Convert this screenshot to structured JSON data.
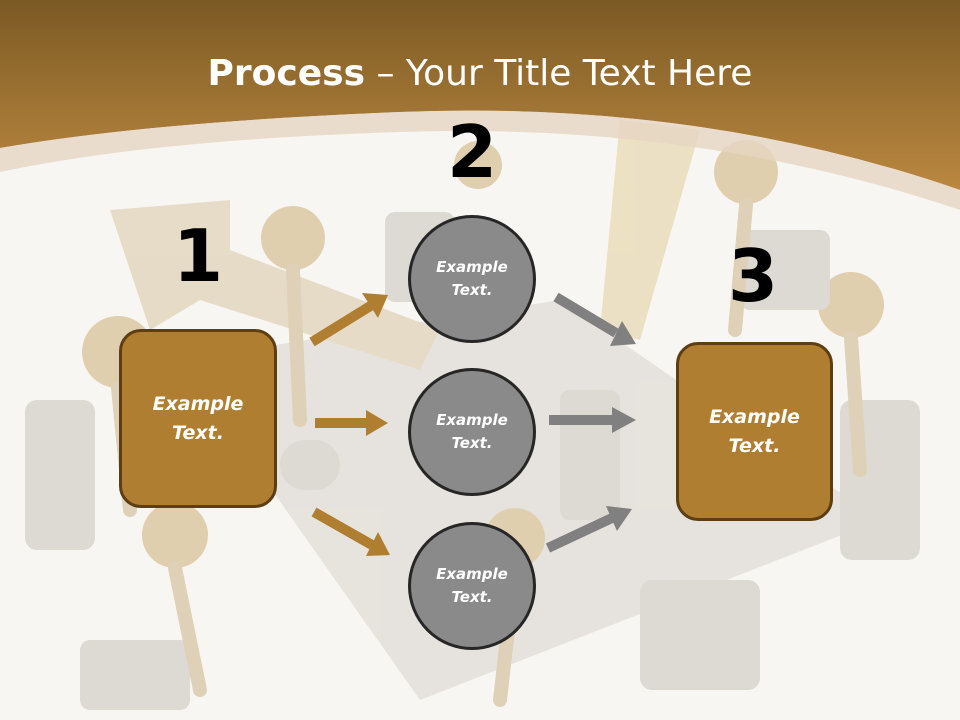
{
  "title": {
    "bold": "Process",
    "rest": " – Your Title Text Here"
  },
  "steps": [
    {
      "number": "1",
      "label": "Example\nText."
    },
    {
      "number": "2"
    },
    {
      "number": "3",
      "label": "Example\nText."
    }
  ],
  "middle_nodes": [
    {
      "label": "Example\nText."
    },
    {
      "label": "Example\nText."
    },
    {
      "label": "Example\nText."
    }
  ],
  "colors": {
    "header_brown": "#b07e31",
    "box_fill": "#b07e31",
    "box_border": "#5c3e12",
    "circle_fill": "#8a8a8a",
    "arrow_brown": "#b07e31",
    "arrow_gray": "#808080"
  }
}
